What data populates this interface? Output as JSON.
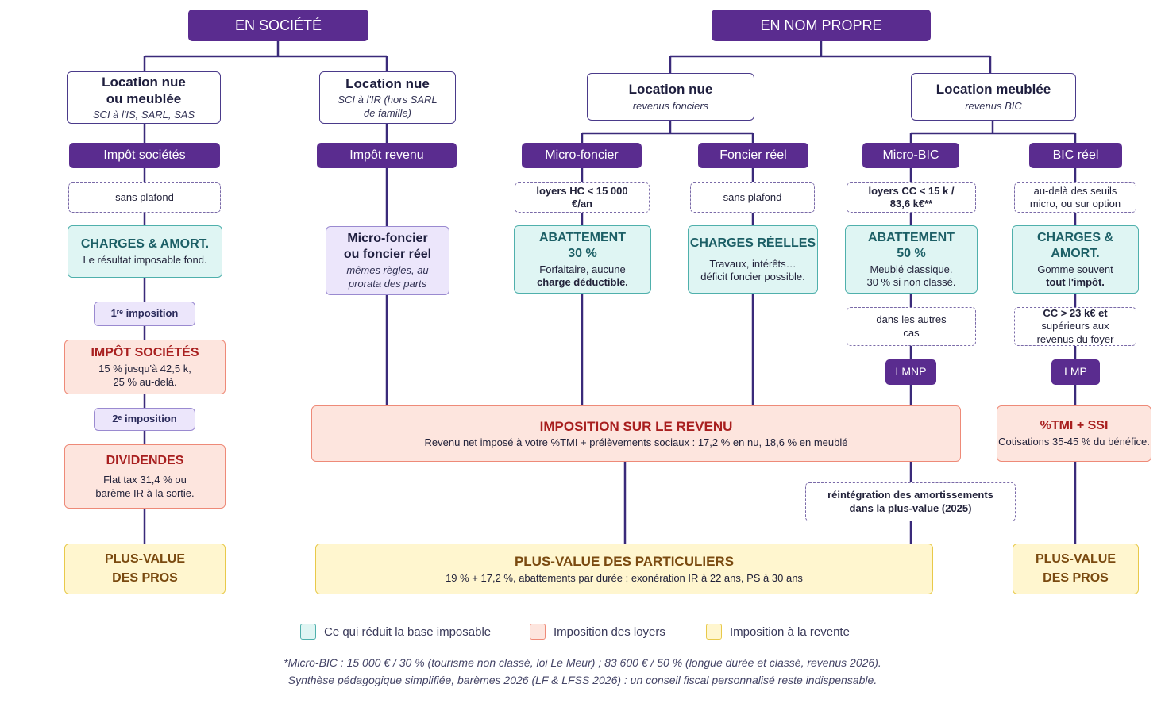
{
  "groups": {
    "societe": "EN SOCIÉTÉ",
    "nom_propre": "EN NOM PROPRE"
  },
  "soc_meub": {
    "title1": "Location nue",
    "title2": "ou meublée",
    "sub": "SCI à l'IS, SARL, SAS",
    "regime": "Impôt sociétés",
    "plafond": "sans plafond",
    "charges_title": "CHARGES & AMORT.",
    "charges_desc": "Le résultat imposable fond.",
    "imp1": "1ʳᵉ imposition",
    "is_title": "IMPÔT SOCIÉTÉS",
    "is_desc1": "15 % jusqu'à 42,5 k,",
    "is_desc2": "25 % au-delà.",
    "imp2": "2ᵉ imposition",
    "div_title": "DIVIDENDES",
    "div_desc1": "Flat tax 31,4 % ou",
    "div_desc2": "barème IR à la sortie.",
    "pv_l1": "PLUS-VALUE",
    "pv_l2": "DES PROS"
  },
  "soc_ir": {
    "title": "Location nue",
    "sub1": "SCI à l'IR (hors SARL",
    "sub2": "de famille)",
    "regime": "Impôt revenu",
    "box_t1": "Micro-foncier",
    "box_t2": "ou foncier réel",
    "box_s1": "mêmes règles, au",
    "box_s2": "prorata des parts"
  },
  "np_nue": {
    "title": "Location nue",
    "sub": "revenus fonciers"
  },
  "np_meub": {
    "title": "Location meublée",
    "sub": "revenus BIC"
  },
  "micro_foncier": {
    "label": "Micro-foncier",
    "cond1": "loyers HC < 15 000",
    "cond2": "€/an",
    "t1": "ABATTEMENT",
    "t2": "30 %",
    "d1": "Forfaitaire, aucune",
    "d2": "charge déductible."
  },
  "foncier_reel": {
    "label": "Foncier réel",
    "cond": "sans plafond",
    "t": "CHARGES RÉELLES",
    "d1": "Travaux, intérêts…",
    "d2": "déficit foncier possible."
  },
  "micro_bic": {
    "label": "Micro-BIC",
    "cond1": "loyers CC < 15 k /",
    "cond2": "83,6 k€**",
    "t1": "ABATTEMENT",
    "t2": "50 %",
    "d1": "Meublé classique.",
    "d2": "30 % si non classé.",
    "other1": "dans les autres",
    "other2": "cas",
    "status": "LMNP"
  },
  "bic_reel": {
    "label": "BIC réel",
    "cond1": "au-delà des seuils",
    "cond2": "micro, ou sur option",
    "t1": "CHARGES &",
    "t2": "AMORT.",
    "d1": "Gomme souvent",
    "d2": "tout l'impôt.",
    "lmp1": "CC > 23 k€ et",
    "lmp2": "supérieurs aux",
    "lmp3": "revenus du foyer",
    "status": "LMP"
  },
  "ir": {
    "title": "IMPOSITION SUR LE REVENU",
    "desc": "Revenu net imposé à votre %TMI + prélèvements sociaux : 17,2 % en nu, 18,6 % en meublé"
  },
  "tmi": {
    "title": "%TMI + SSI",
    "desc": "Cotisations 35-45 % du bénéfice."
  },
  "reint": {
    "l1": "réintégration des amortissements",
    "l2": "dans la plus-value (2025)"
  },
  "pv_part": {
    "title": "PLUS-VALUE DES PARTICULIERS",
    "desc": "19 % + 17,2 %, abattements par durée : exonération IR à 22 ans, PS à 30 ans"
  },
  "pv_pros_r": {
    "l1": "PLUS-VALUE",
    "l2": "DES PROS"
  },
  "legend": [
    {
      "label": "Ce qui réduit la base imposable",
      "fill": "#dff5f3",
      "stroke": "#4fb0ac"
    },
    {
      "label": "Imposition des loyers",
      "fill": "#fde5de",
      "stroke": "#ee8a78"
    },
    {
      "label": "Imposition à la revente",
      "fill": "#fff6cf",
      "stroke": "#e8c94a"
    }
  ],
  "footnote1": "*Micro-BIC : 15 000 € / 30 % (tourisme non classé, loi Le Meur) ; 83 600 € / 50 % (longue durée et classé, revenus 2026).",
  "footnote2": "Synthèse pédagogique simplifiée, barèmes 2026 (LF & LFSS 2026) : un conseil fiscal personnalisé reste indispensable.",
  "colors": {
    "primary": "#5a2c8f",
    "line": "#3a2a7a",
    "teal": "#4fb0ac",
    "salmon": "#ee8a78",
    "yellow": "#e8c94a"
  }
}
